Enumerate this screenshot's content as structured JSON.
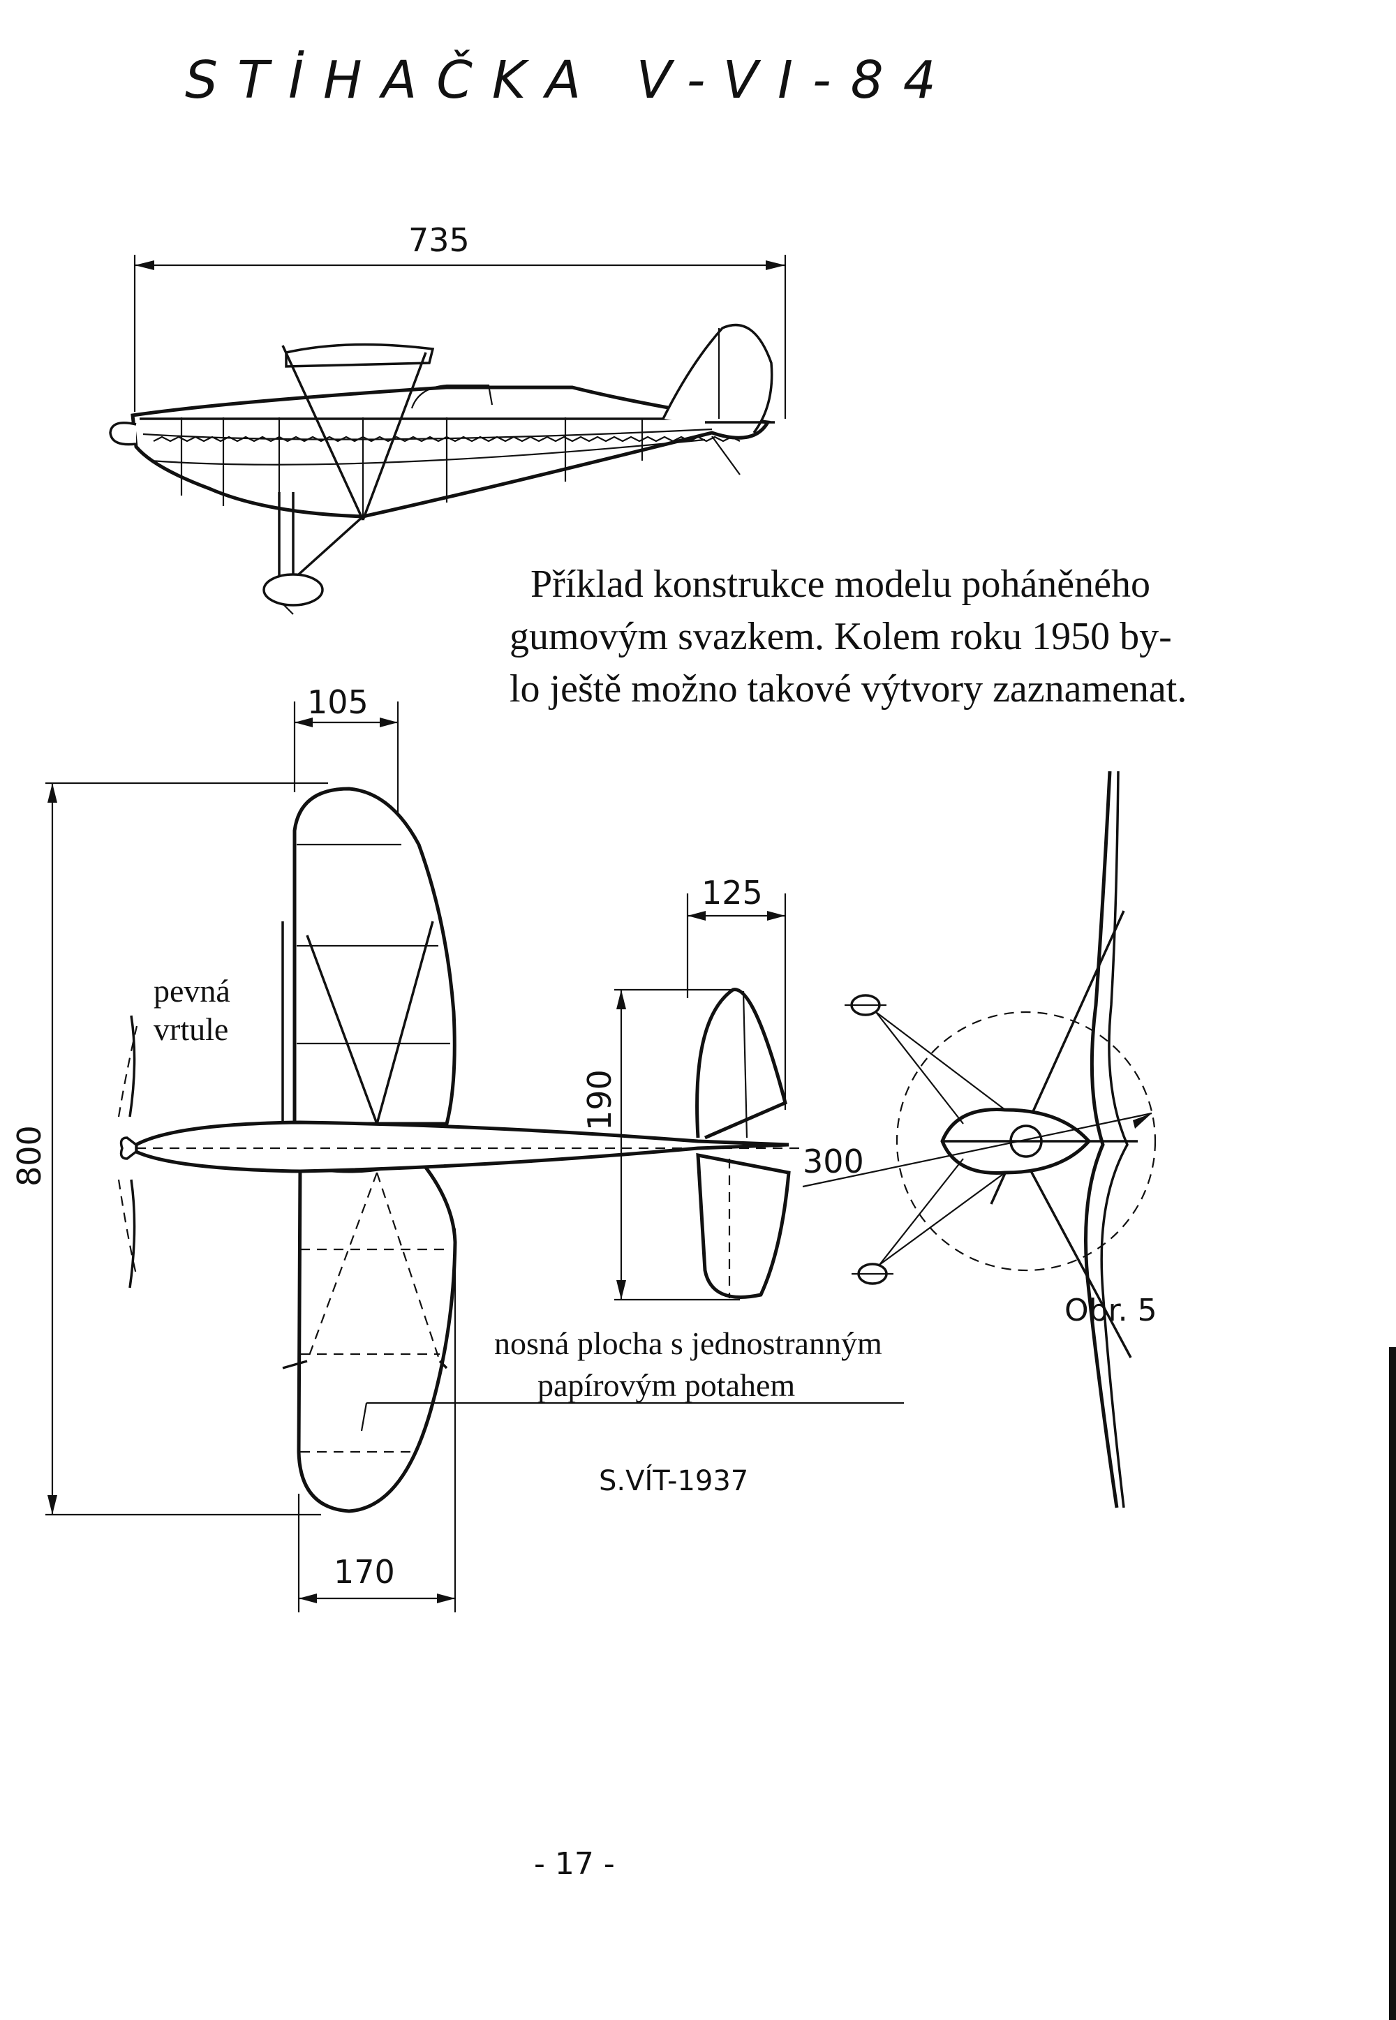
{
  "title": "STİHAČKA   V-VI-84",
  "dimensions": {
    "span_side": "735",
    "wing_chord": "105",
    "stab_chord": "125",
    "stab_span": "190",
    "prop_diameter": "300",
    "wing_span": "800",
    "wing_root": "170"
  },
  "caption": {
    "line1": "Příklad konstrukce modelu poháněného",
    "line2": "gumovým svazkem. Kolem roku 1950 by-",
    "line3": "lo ještě možno takové výtvory zaznamenat."
  },
  "labels": {
    "prop_line1": "pevná",
    "prop_line2": "vrtule",
    "wing_line1": "nosná plocha s jednostranným",
    "wing_line2": "papírovým potahem",
    "author": "S.VÍT-1937"
  },
  "figure_label": "Obr. 5",
  "page_number": "- 17 -"
}
